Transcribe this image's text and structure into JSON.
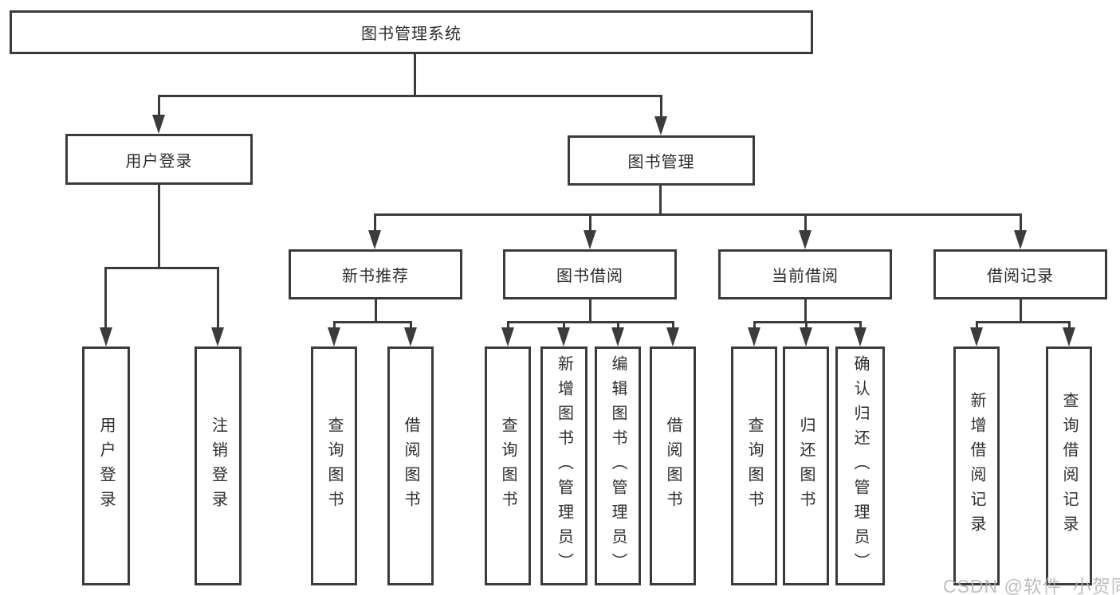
{
  "nodes": {
    "root": "图书管理系统",
    "user_login": "用户登录",
    "book_management": "图书管理",
    "new_book_recommend": "新书推荐",
    "book_borrowing": "图书借阅",
    "current_borrowing": "当前借阅",
    "borrowing_records": "借阅记录",
    "leaf_user_login": "用户登录",
    "leaf_logout": "注销登录",
    "leaf_newbook_query": "查询图书",
    "leaf_newbook_borrow": "借阅图书",
    "leaf_borrow_query": "查询图书",
    "leaf_borrow_add": "新增图书（管理员）",
    "leaf_borrow_edit": "编辑图书（管理员）",
    "leaf_borrow_do": "借阅图书",
    "leaf_current_query": "查询图书",
    "leaf_current_return": "归还图书",
    "leaf_current_confirm": "确认归还（管理员）",
    "leaf_records_add": "新增借阅记录",
    "leaf_records_query": "查询借阅记录"
  },
  "hierarchy": {
    "图书管理系统": {
      "用户登录": [
        "用户登录",
        "注销登录"
      ],
      "图书管理": {
        "新书推荐": [
          "查询图书",
          "借阅图书"
        ],
        "图书借阅": [
          "查询图书",
          "新增图书（管理员）",
          "编辑图书（管理员）",
          "借阅图书"
        ],
        "当前借阅": [
          "查询图书",
          "归还图书",
          "确认归还（管理员）"
        ],
        "借阅记录": [
          "新增借阅记录",
          "查询借阅记录"
        ]
      }
    }
  },
  "watermark": "CSDN @软件_小贺同学",
  "colors": {
    "line": "#3b3b3b",
    "text": "#2d2d2d",
    "watermark": "#b3b3b3",
    "background": "#ffffff"
  }
}
